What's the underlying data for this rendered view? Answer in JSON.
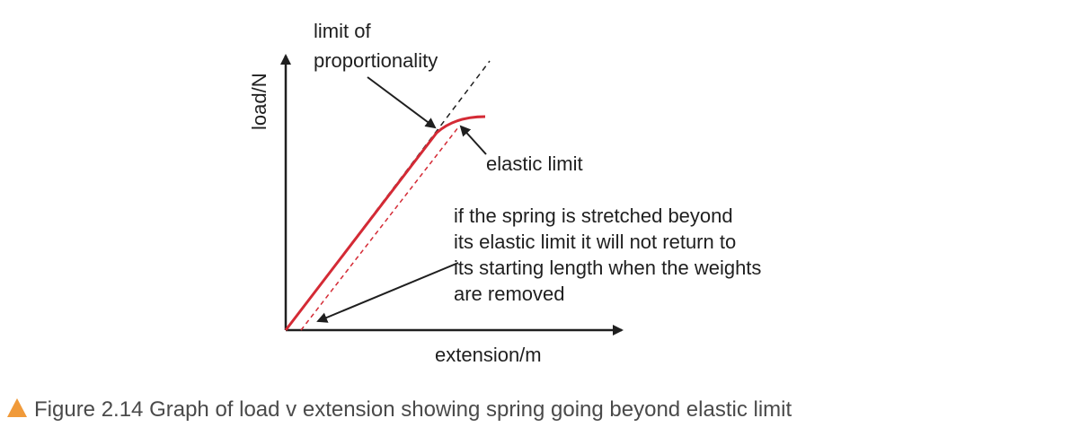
{
  "axes": {
    "y_label": "load/N",
    "x_label": "extension/m"
  },
  "annotations": {
    "limit_of_proportionality": [
      "limit of",
      "proportionality"
    ],
    "elastic_limit": "elastic limit",
    "note": [
      "if the spring is stretched beyond",
      "its elastic limit it will not return to",
      "its starting length when the weights",
      "are removed"
    ]
  },
  "caption": "Figure 2.14 Graph of load v extension showing spring going beyond elastic limit",
  "colors": {
    "curve": "#d42a35",
    "caption_marker": "#f09a3a",
    "axes": "#1f1f1f"
  }
}
